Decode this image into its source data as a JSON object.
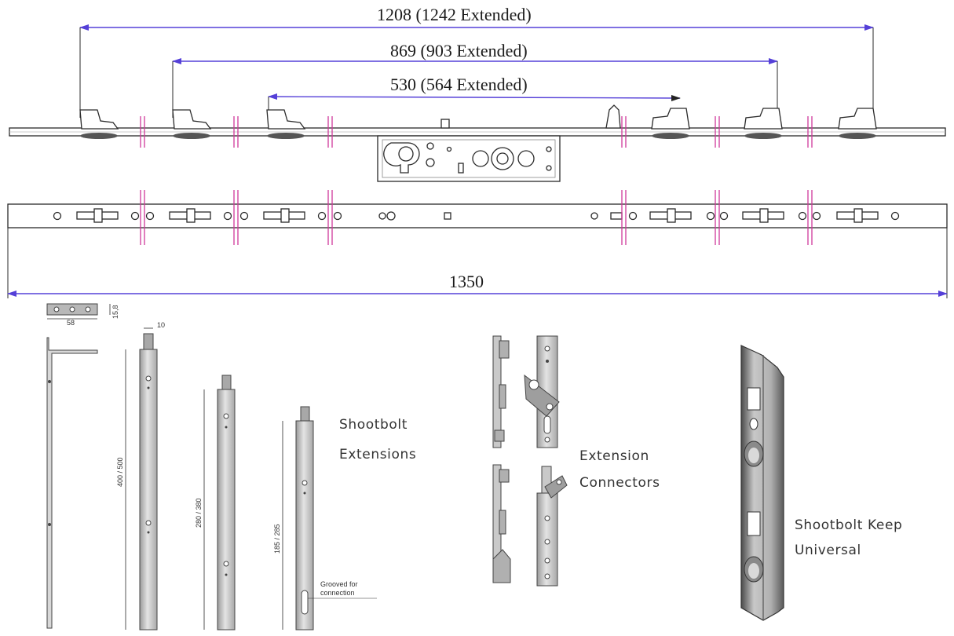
{
  "dimensions": {
    "outer": "1208 (1242 Extended)",
    "middle": "869 (903 Extended)",
    "inner": "530 (564 Extended)",
    "overall": "1350"
  },
  "small_dims": {
    "plate_width": "58",
    "plate_height": "15,8",
    "rod_width": "10",
    "rod_a": "400 / 500",
    "rod_b": "280 / 380",
    "rod_c": "185 / 285",
    "groove_note_1": "Grooved for",
    "groove_note_2": "connection"
  },
  "labels": {
    "shootbolt_1": "Shootbolt",
    "shootbolt_2": "Extensions",
    "connector_1": "Extension",
    "connector_2": "Connectors",
    "keep_1": "Shootbolt Keep",
    "keep_2": "Universal"
  },
  "colors": {
    "dimension_line": "#5540d8",
    "cut_mark": "#d0389a",
    "line": "#2a2a2a"
  }
}
